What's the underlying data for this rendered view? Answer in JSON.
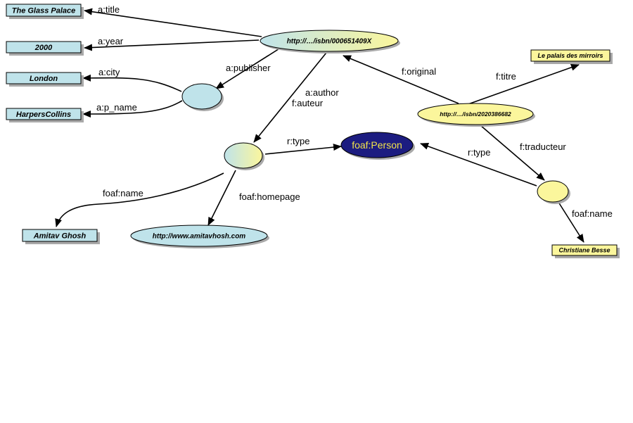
{
  "nodes": {
    "glass_palace": "The Glass Palace",
    "year_2000": "2000",
    "london": "London",
    "harpers": "HarpersCollins",
    "isbn_en": "http://…/isbn/000651409X",
    "isbn_fr": "http://…/isbn/2020386682",
    "palais": "Le palais des mirroirs",
    "foaf_person": "foaf:Person",
    "amitav": "Amitav Ghosh",
    "homepage": "http://www.amitavhosh.com",
    "christiane": "Christiane Besse"
  },
  "edges": {
    "a_title": "a:title",
    "a_year": "a:year",
    "a_city": "a:city",
    "a_p_name": "a:p_name",
    "a_publisher": "a:publisher",
    "a_author": "a:author",
    "f_auteur": "f:auteur",
    "f_original": "f:original",
    "f_titre": "f:titre",
    "r_type_left": "r:type",
    "r_type_right": "r:type",
    "f_traducteur": "f:traducteur",
    "foaf_name_left": "foaf:name",
    "foaf_homepage": "foaf:homepage",
    "foaf_name_right": "foaf:name"
  },
  "colors": {
    "english_fill": "#bfe3ea",
    "french_fill": "#fbf69c",
    "class_fill": "#1c1c80",
    "class_text": "#f2e34a"
  }
}
